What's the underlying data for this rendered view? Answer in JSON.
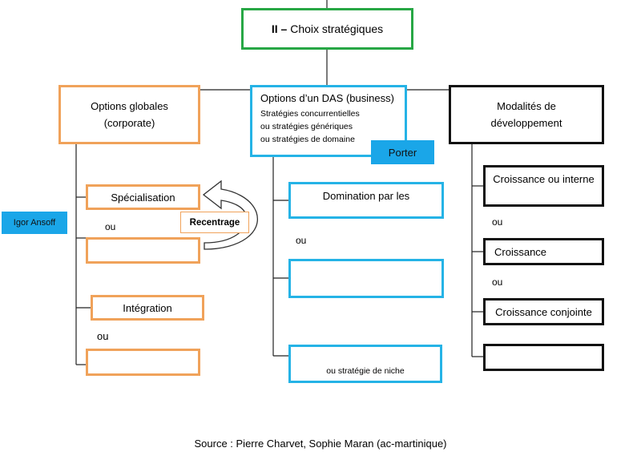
{
  "title": {
    "prefix": "II –",
    "text": " Choix stratégiques"
  },
  "columns": {
    "corporate": {
      "header": "Options globales (corporate)",
      "items": [
        "Spécialisation",
        "",
        "Intégration",
        ""
      ],
      "connectors": [
        "ou",
        "ou"
      ],
      "arrow_label": "Recentrage",
      "side_tag": "Igor Ansoff"
    },
    "business": {
      "header": "Options d’un DAS (business)",
      "subtitle_lines": [
        "Stratégies concurrentielles",
        "ou stratégies génériques",
        "ou stratégies de domaine"
      ],
      "tag": "Porter",
      "items": [
        "Domination par les",
        "",
        "ou stratégie de niche"
      ],
      "connectors": [
        "ou"
      ]
    },
    "development": {
      "header": "Modalités de développement",
      "items": [
        "Croissance ou interne",
        "Croissance",
        "Croissance conjointe",
        ""
      ],
      "connectors": [
        "ou",
        "ou"
      ]
    }
  },
  "source": "Source : Pierre Charvet, Sophie Maran  (ac-martinique)",
  "colors": {
    "green": "#27a745",
    "orange": "#f0a25a",
    "blue": "#25b3e6",
    "black": "#111111",
    "tag": "#1aa6e8"
  }
}
